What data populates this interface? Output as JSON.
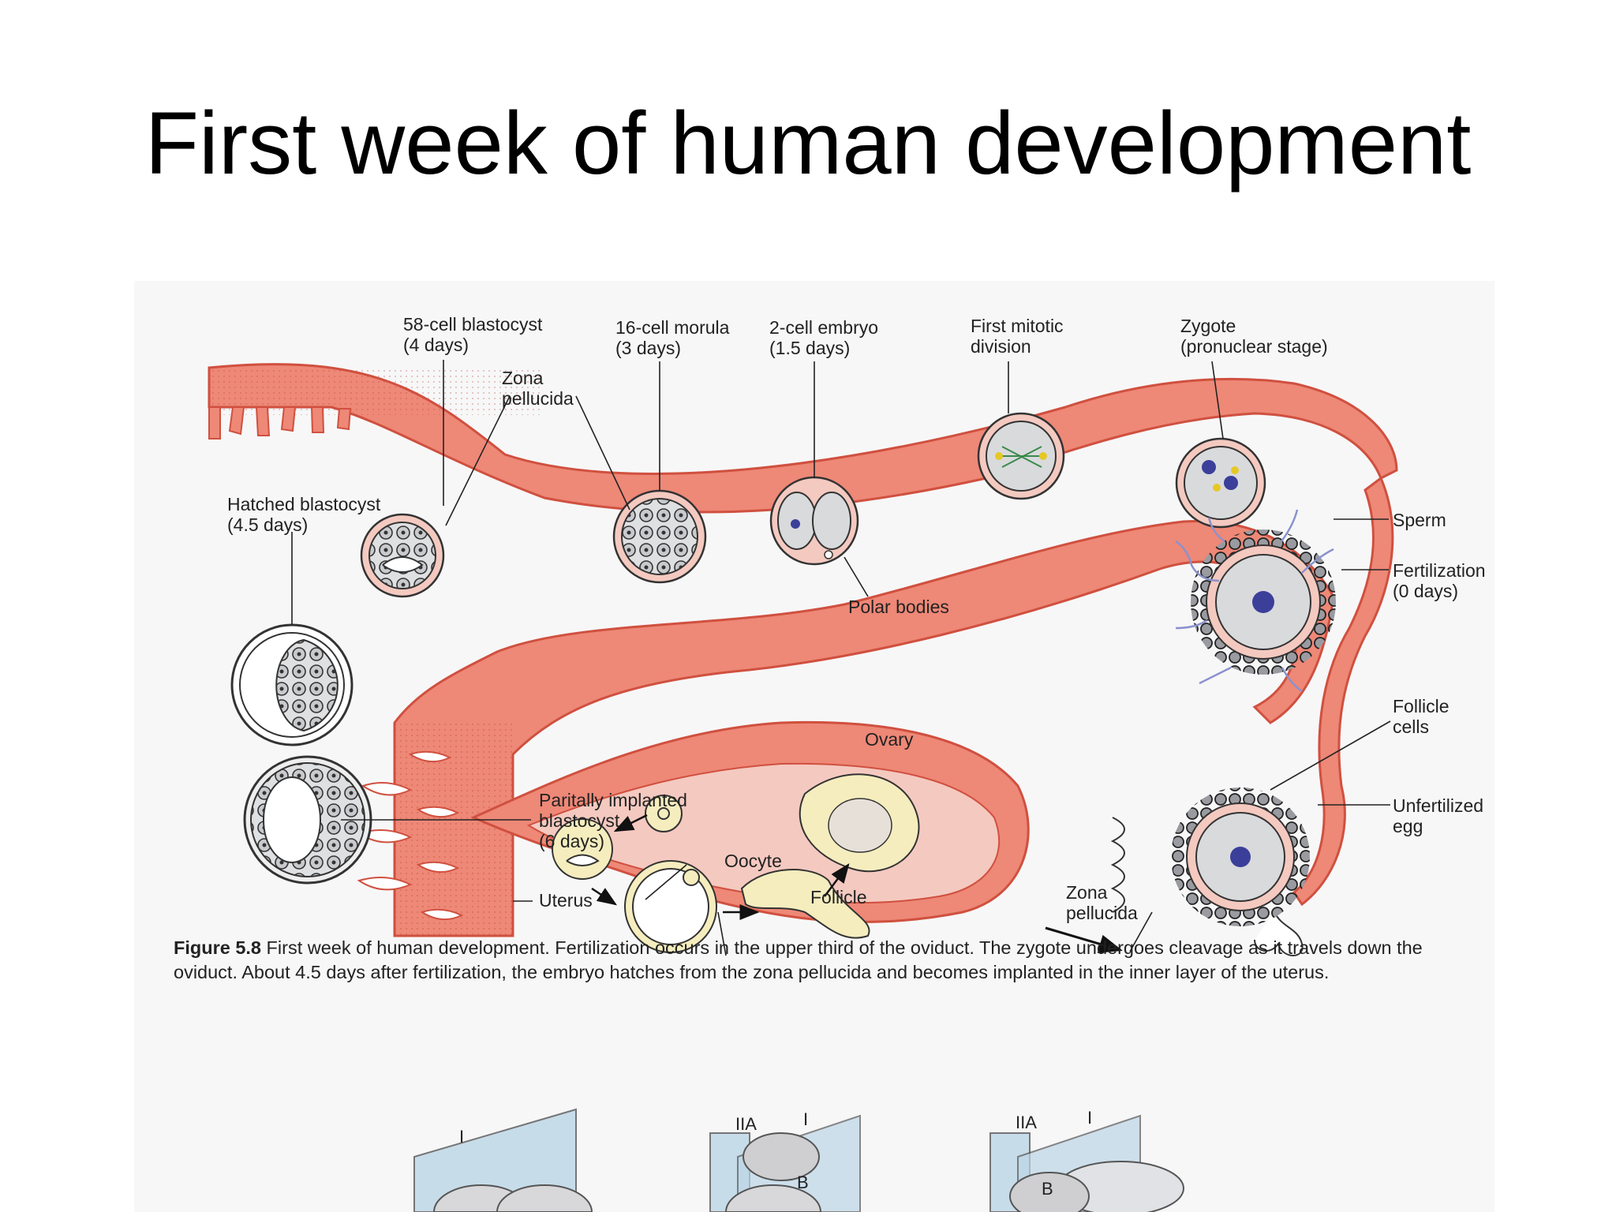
{
  "title": "First week of human development",
  "labels": {
    "blastocyst_58": "58-cell blastocyst\n(4 days)",
    "morula_16": "16-cell morula\n(3 days)",
    "embryo_2": "2-cell embryo\n(1.5 days)",
    "first_mitotic": "First mitotic\ndivision",
    "zygote": "Zygote\n(pronuclear stage)",
    "zona_top": "Zona\npellucida",
    "hatched": "Hatched blastocyst\n(4.5 days)",
    "sperm": "Sperm",
    "fertilization": "Fertilization\n(0 days)",
    "polar_bodies": "Polar bodies",
    "follicle_cells": "Follicle\ncells",
    "ovary": "Ovary",
    "unfertilized": "Unfertilized\negg",
    "partially": "Paritally implanted\nblastocyst\n(6 days)",
    "oocyte": "Oocyte",
    "follicle": "Follicle",
    "zona_bottom": "Zona\npellucida",
    "uterus": "Uterus"
  },
  "caption": {
    "figure_label": "Figure 5.8",
    "text": " First week of human development. Fertilization occurs in the upper third of the oviduct. The zygote undergoes cleavage as it travels down the oviduct. About 4.5 days after fertilization, the embryo hatches from the zona pellucida and becomes implanted in the inner layer of the uterus."
  },
  "sub_labels": {
    "p1_plane": "I",
    "p2_plane_a": "IIA",
    "p2_plane_b": "I",
    "p2_cell": "B",
    "p3_plane_a": "IIA",
    "p3_plane_b": "I",
    "p3_cell": "B"
  },
  "colors": {
    "tissue": "#ee8877",
    "tissue_dark": "#d0503f",
    "zona": "#f4c9c0",
    "cytoplasm": "#d9dadc",
    "nucleus": "#3b3f9a",
    "yolk": "#f5edbe",
    "sperm": "#8a92cc",
    "plane": "#bcd6e6"
  }
}
